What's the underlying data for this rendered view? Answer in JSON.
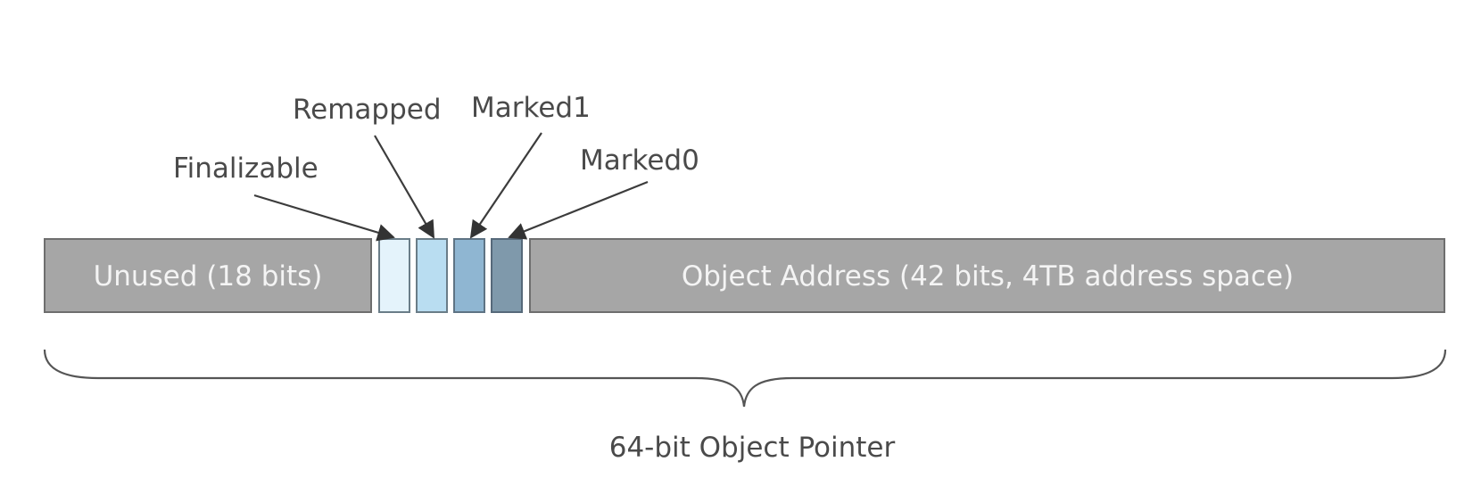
{
  "segments": {
    "unused": {
      "label": "Unused (18 bits)",
      "color": "#a6a6a6"
    },
    "address": {
      "label": "Object Address (42 bits, 4TB address space)",
      "color": "#a6a6a6"
    }
  },
  "flag_bits": [
    {
      "label": "Finalizable",
      "color": "#e4f3fb"
    },
    {
      "label": "Remapped",
      "color": "#b9ddf1"
    },
    {
      "label": "Marked1",
      "color": "#8fb6d2"
    },
    {
      "label": "Marked0",
      "color": "#7f99ab"
    }
  ],
  "brace_label": "64-bit Object Pointer"
}
